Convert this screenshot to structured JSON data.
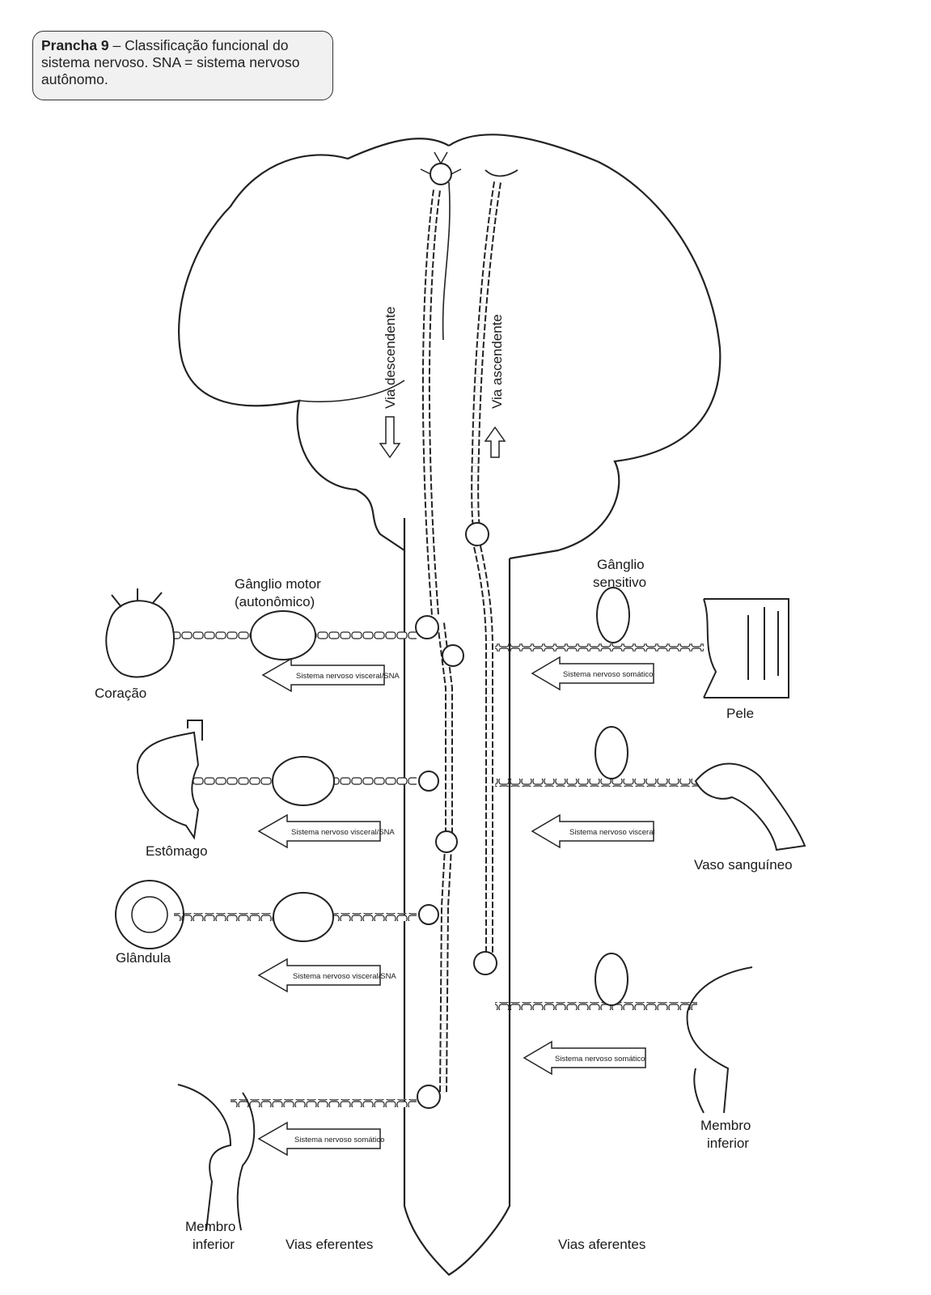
{
  "caption": {
    "bold": "Prancha 9",
    "text": " – Classificação funcional do sistema nervoso. SNA = sistema nervoso autônomo."
  },
  "labels": {
    "via_descendente": "Via descendente",
    "via_ascendente": "Via ascendente",
    "ganglio_motor_1": "Gânglio motor",
    "ganglio_motor_2": "(autonômico)",
    "ganglio_sensitivo_1": "Gânglio",
    "ganglio_sensitivo_2": "sensitivo",
    "coracao": "Coração",
    "estomago": "Estômago",
    "glandula": "Glândula",
    "membro_left_1": "Membro",
    "membro_left_2": "inferior",
    "pele": "Pele",
    "vaso": "Vaso sanguíneo",
    "membro_right_1": "Membro",
    "membro_right_2": "inferior",
    "vias_eferentes": "Vias eferentes",
    "vias_aferentes": "Vias aferentes"
  },
  "arrows": {
    "left_1": "Sistema nervoso visceral/SNA",
    "left_2": "Sistema nervoso visceral/SNA",
    "left_3": "Sistema nervoso visceral/SNA",
    "left_4": "Sistema nervoso somático",
    "right_1": "Sistema nervoso somático",
    "right_2": "Sistema nervoso visceral",
    "right_3": "Sistema nervoso somático"
  }
}
